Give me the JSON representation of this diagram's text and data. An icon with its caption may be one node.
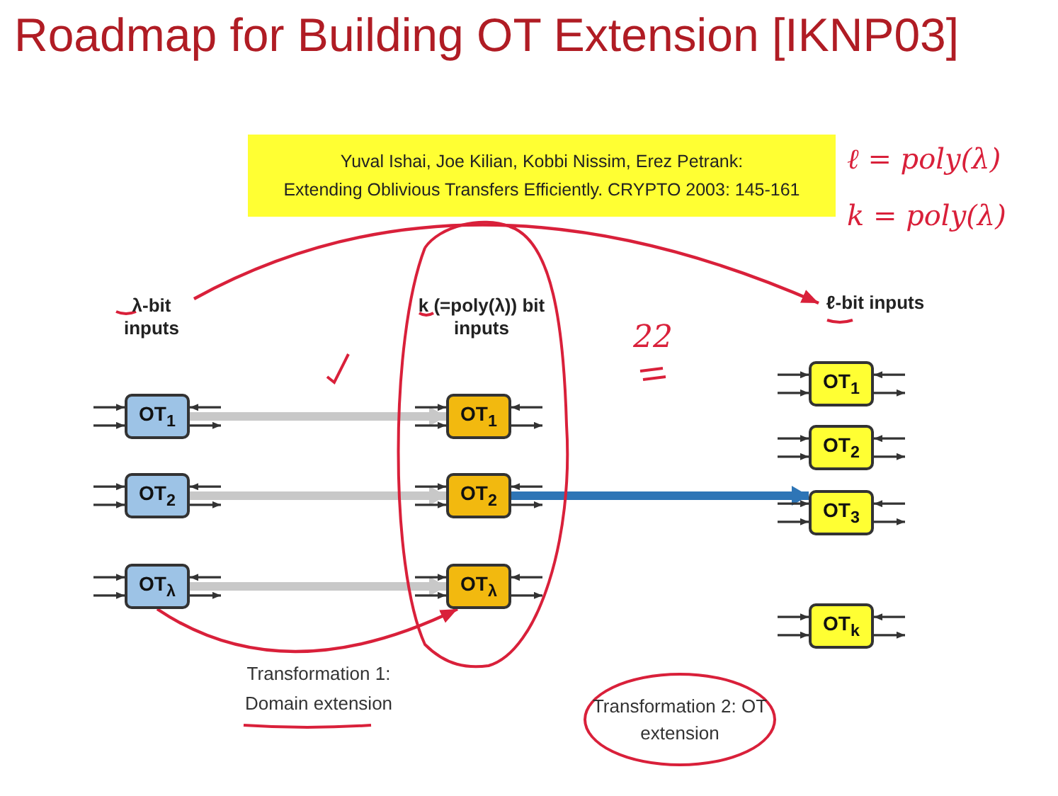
{
  "diagram": {
    "title": "Roadmap for Building OT Extension [IKNP03]",
    "nodes": [
      {
        "text": [
          "Yuval Ishai, Joe Kilian, Kobbi Nissim, Erez Petrank:",
          "Extending Oblivious Transfers Efficiently. CRYPTO 2003: 145-161"
        ]
      },
      {
        "text": [
          "λ-bit inputs"
        ]
      },
      {
        "text": [
          "k (=poly(λ)) bit inputs"
        ]
      },
      {
        "text": [
          "ℓ-bit inputs"
        ]
      },
      {
        "text": [
          "OT$_{1}$"
        ]
      },
      {
        "text": [
          "OT$_{2}$"
        ]
      },
      {
        "text": [
          "OT$_{λ}$"
        ]
      },
      {
        "text": [
          "OT$_{1}$"
        ]
      },
      {
        "text": [
          "OT$_{2}$"
        ]
      },
      {
        "text": [
          "OT$_{λ}$"
        ]
      },
      {
        "text": [
          "OT$_{1}$"
        ]
      },
      {
        "text": [
          "OT$_{2}$"
        ]
      },
      {
        "text": [
          "OT$_{3}$"
        ]
      },
      {
        "text": [
          "OT$_{k}$"
        ]
      },
      {
        "text": [
          "Transformation 2: OT extension"
        ]
      }
    ],
    "edges": [
      {
        "from": 1,
        "to": 3,
        "arrow": "to",
        "color": "#d9203a"
      },
      {
        "from": 6,
        "to": 9,
        "arrow": "to",
        "color": "#d9203a"
      },
      {
        "from": 4,
        "to": 7,
        "arrow": "to",
        "style": "thick",
        "color": "#c8c8c8"
      },
      {
        "from": 5,
        "to": 8,
        "arrow": "to",
        "style": "thick",
        "color": "#c8c8c8"
      },
      {
        "from": 6,
        "to": 9,
        "arrow": "to",
        "style": "thick",
        "color": "#c8c8c8"
      },
      {
        "from": 8,
        "to": 11,
        "arrow": "to",
        "style": "thick",
        "color": "#2e75b6"
      },
      {
        "from": null,
        "to": 4,
        "arrow": "to"
      },
      {
        "from": null,
        "to": 4,
        "arrow": "to"
      },
      {
        "from": null,
        "to": 4,
        "arrow": "to"
      },
      {
        "from": 4,
        "to": null,
        "arrow": "to"
      },
      {
        "from": null,
        "to": 5,
        "arrow": "to"
      },
      {
        "from": null,
        "to": 5,
        "arrow": "to"
      },
      {
        "from": null,
        "to": 5,
        "arrow": "to"
      },
      {
        "from": 5,
        "to": null,
        "arrow": "to"
      },
      {
        "from": null,
        "to": 6,
        "arrow": "to"
      },
      {
        "from": null,
        "to": 6,
        "arrow": "to"
      },
      {
        "from": null,
        "to": 6,
        "arrow": "to"
      },
      {
        "from": 6,
        "to": null,
        "arrow": "to"
      },
      {
        "from": null,
        "to": 7,
        "arrow": "to"
      },
      {
        "from": null,
        "to": 7,
        "arrow": "to"
      },
      {
        "from": null,
        "to": 7,
        "arrow": "to"
      },
      {
        "from": 7,
        "to": null,
        "arrow": "to"
      },
      {
        "from": null,
        "to": 8,
        "arrow": "to"
      },
      {
        "from": null,
        "to": 8,
        "arrow": "to"
      },
      {
        "from": null,
        "to": 8,
        "arrow": "to"
      },
      {
        "from": 8,
        "to": null,
        "arrow": "to"
      },
      {
        "from": null,
        "to": 9,
        "arrow": "to"
      },
      {
        "from": null,
        "to": 9,
        "arrow": "to"
      },
      {
        "from": null,
        "to": 9,
        "arrow": "to"
      },
      {
        "from": 9,
        "to": null,
        "arrow": "to"
      },
      {
        "from": null,
        "to": 10,
        "arrow": "to"
      },
      {
        "from": null,
        "to": 10,
        "arrow": "to"
      },
      {
        "from": null,
        "to": 10,
        "arrow": "to"
      },
      {
        "from": 10,
        "to": null,
        "arrow": "to"
      },
      {
        "from": null,
        "to": 11,
        "arrow": "to"
      },
      {
        "from": null,
        "to": 11,
        "arrow": "to"
      },
      {
        "from": null,
        "to": 11,
        "arrow": "to"
      },
      {
        "from": 11,
        "to": null,
        "arrow": "to"
      },
      {
        "from": null,
        "to": 12,
        "arrow": "to"
      },
      {
        "from": null,
        "to": 12,
        "arrow": "to"
      },
      {
        "from": null,
        "to": 12,
        "arrow": "to"
      },
      {
        "from": 12,
        "to": null,
        "arrow": "to"
      },
      {
        "from": null,
        "to": 13,
        "arrow": "to"
      },
      {
        "from": null,
        "to": 13,
        "arrow": "to"
      },
      {
        "from": null,
        "to": 13,
        "arrow": "to"
      },
      {
        "from": 13,
        "to": null,
        "arrow": "to"
      }
    ],
    "labels": [
      "ℓ = poly(λ)",
      "k = poly(λ)",
      "22",
      "Transformation 1: Domain extension"
    ]
  }
}
